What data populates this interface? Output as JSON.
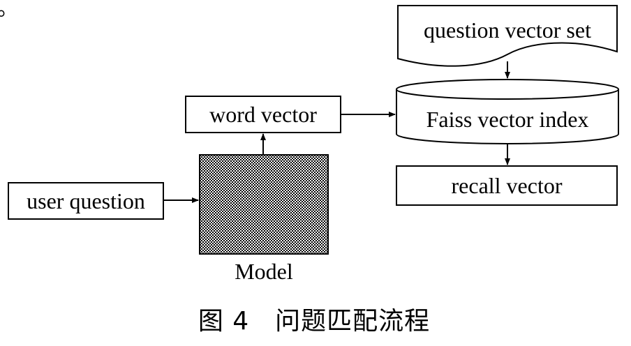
{
  "corner_mark": "。",
  "nodes": {
    "question_vector_set": "question vector set",
    "word_vector": "word vector",
    "faiss_index": "Faiss vector index",
    "recall_vector": "recall vector",
    "user_question": "user question",
    "model": "Model"
  },
  "caption": "图 4　问题匹配流程",
  "colors": {
    "stroke": "#000000",
    "background": "#ffffff"
  }
}
